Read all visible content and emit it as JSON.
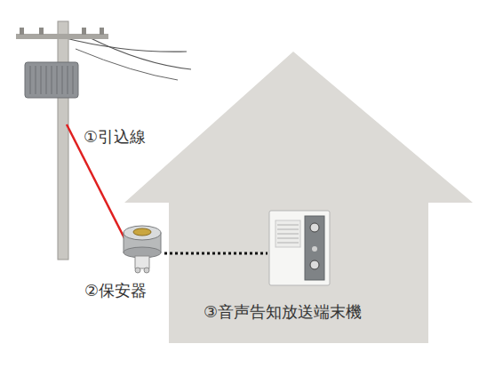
{
  "diagram": {
    "nodes": [
      {
        "text": [
          "②保安器"
        ]
      },
      {
        "text": [
          "③音声告知放送端末機"
        ]
      }
    ],
    "edges": [
      {
        "from": 0,
        "to": 1,
        "arrow": "none"
      }
    ],
    "labels": [
      "①引込線"
    ]
  }
}
